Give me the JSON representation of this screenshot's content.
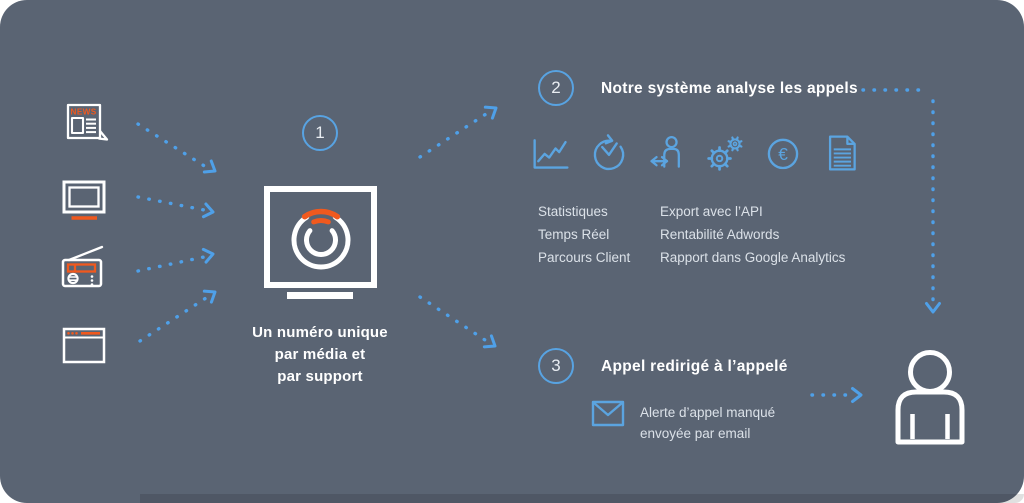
{
  "colors": {
    "card_background": "#5a6473",
    "accent_blue": "#58a3e2",
    "accent_orange": "#f0591e",
    "icon_white": "#ffffff",
    "muted_text": "#dbe1e8"
  },
  "media_sources": {
    "news_label": "NEWS",
    "items": [
      {
        "icon": "newspaper"
      },
      {
        "icon": "television"
      },
      {
        "icon": "radio"
      },
      {
        "icon": "website-browser"
      }
    ]
  },
  "step_one": {
    "number": "1",
    "caption": [
      "Un numéro unique",
      "par média et",
      "par support"
    ]
  },
  "step_two": {
    "number": "2",
    "title": "Notre système analyse les appels",
    "features_left": [
      "Statistiques",
      "Temps Réel",
      "Parcours Client"
    ],
    "features_right": [
      "Export avec l’API",
      "Rentabilité Adwords",
      "Rapport dans Google Analytics"
    ],
    "euro_symbol": "€",
    "icons": [
      "statistics-chart",
      "real-time-clock",
      "customer-journey",
      "settings-gears",
      "euro-currency",
      "report-document"
    ]
  },
  "step_three": {
    "number": "3",
    "title": "Appel redirigé à l’appelé",
    "note": [
      "Alerte d’appel manqué",
      "envoyée par email"
    ]
  }
}
